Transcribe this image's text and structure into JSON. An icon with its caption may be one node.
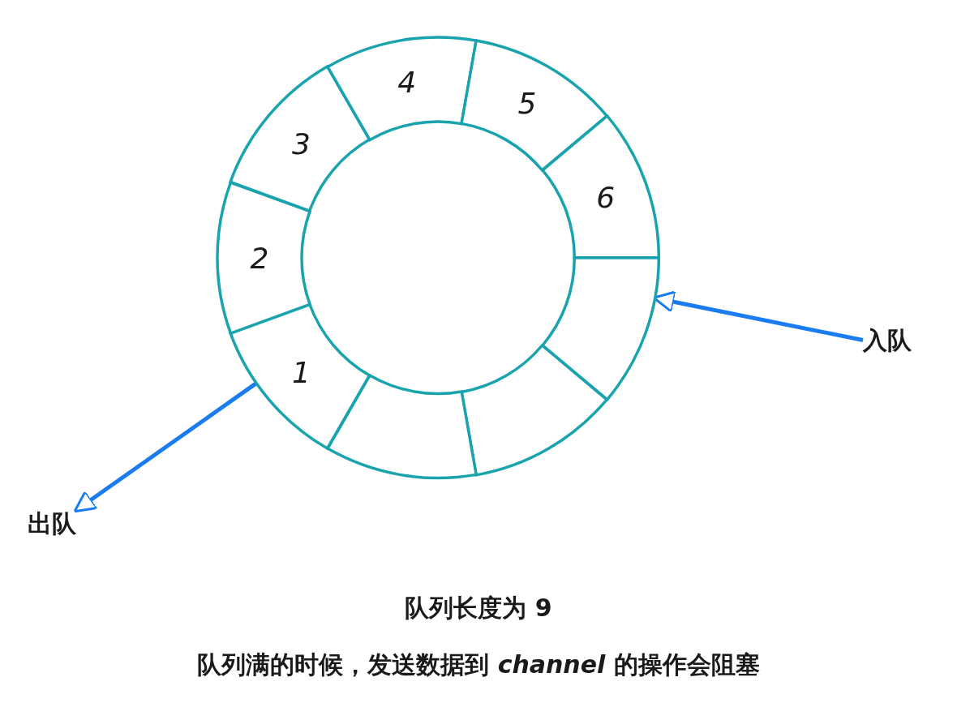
{
  "diagram": {
    "nodes": [
      {
        "text": [
          "1"
        ]
      },
      {
        "text": [
          "2"
        ]
      },
      {
        "text": [
          "3"
        ]
      },
      {
        "text": [
          "4"
        ]
      },
      {
        "text": [
          "5"
        ]
      },
      {
        "text": [
          "6"
        ]
      },
      {
        "text": [],
        "shape": "box"
      },
      {
        "text": [],
        "shape": "box"
      },
      {
        "text": [],
        "shape": "box"
      },
      {
        "text": [
          "入队"
        ]
      },
      {
        "text": [
          "出队"
        ]
      }
    ],
    "edges": [
      {
        "from": 9,
        "to": 6,
        "arrow": "to"
      },
      {
        "from": 0,
        "to": 10,
        "arrow": "to"
      }
    ],
    "labels": [
      "队列长度为 9",
      "队列满的时候，发送数据到 *channel* 的操作会阻塞"
    ]
  }
}
